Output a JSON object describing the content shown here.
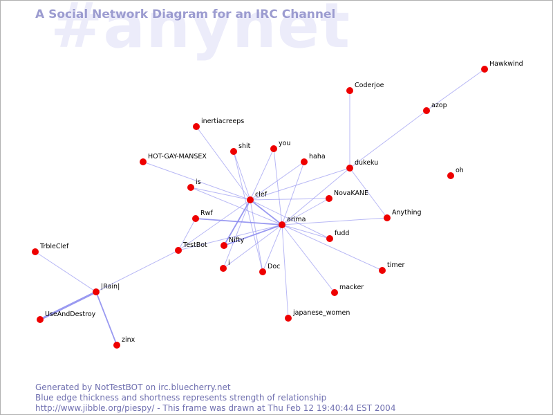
{
  "channel_watermark": "#anynet",
  "title": "A Social Network Diagram for an IRC Channel",
  "footer": {
    "line1": "Generated by NotTestBOT on irc.bluecherry.net",
    "line2": "Blue edge thickness and shortness represents strength of relationship",
    "line3": "http://www.jibble.org/piespy/ - This frame was drawn at Thu Feb 12 19:40:44 EST 2004"
  },
  "colors": {
    "node": "#ee0000",
    "edge": "#8888ee",
    "title": "#9c9cd0",
    "watermark": "#ececfa",
    "footer": "#7070b0"
  },
  "nodes": [
    {
      "id": "Hawkwind"
    },
    {
      "id": "Coderjoe"
    },
    {
      "id": "azop"
    },
    {
      "id": "inertiacreeps"
    },
    {
      "id": "you"
    },
    {
      "id": "shit"
    },
    {
      "id": "haha"
    },
    {
      "id": "HOT-GAY-MANSEX"
    },
    {
      "id": "dukeku"
    },
    {
      "id": "oh"
    },
    {
      "id": "is"
    },
    {
      "id": "clef"
    },
    {
      "id": "NovaKANE"
    },
    {
      "id": "Rwf"
    },
    {
      "id": "Anything"
    },
    {
      "id": "arima"
    },
    {
      "id": "fudd"
    },
    {
      "id": "Nifty"
    },
    {
      "id": "TestBot"
    },
    {
      "id": "TrbleClef"
    },
    {
      "id": "i"
    },
    {
      "id": "Doc"
    },
    {
      "id": "timer"
    },
    {
      "id": "|Rain|"
    },
    {
      "id": "macker"
    },
    {
      "id": "UseAndDestroy"
    },
    {
      "id": "japanese_women"
    },
    {
      "id": "zinx"
    }
  ],
  "edges": [
    {
      "source": "Hawkwind",
      "target": "azop",
      "weight": 1
    },
    {
      "source": "azop",
      "target": "dukeku",
      "weight": 1
    },
    {
      "source": "Coderjoe",
      "target": "dukeku",
      "weight": 1
    },
    {
      "source": "dukeku",
      "target": "clef",
      "weight": 1
    },
    {
      "source": "dukeku",
      "target": "arima",
      "weight": 1
    },
    {
      "source": "dukeku",
      "target": "Anything",
      "weight": 1
    },
    {
      "source": "inertiacreeps",
      "target": "clef",
      "weight": 1
    },
    {
      "source": "HOT-GAY-MANSEX",
      "target": "clef",
      "weight": 1
    },
    {
      "source": "shit",
      "target": "clef",
      "weight": 1
    },
    {
      "source": "shit",
      "target": "Doc",
      "weight": 1
    },
    {
      "source": "you",
      "target": "clef",
      "weight": 1
    },
    {
      "source": "you",
      "target": "arima",
      "weight": 1
    },
    {
      "source": "haha",
      "target": "clef",
      "weight": 1
    },
    {
      "source": "haha",
      "target": "arima",
      "weight": 1
    },
    {
      "source": "is",
      "target": "clef",
      "weight": 1
    },
    {
      "source": "is",
      "target": "arima",
      "weight": 1
    },
    {
      "source": "clef",
      "target": "NovaKANE",
      "weight": 1
    },
    {
      "source": "clef",
      "target": "arima",
      "weight": 2
    },
    {
      "source": "clef",
      "target": "fudd",
      "weight": 1
    },
    {
      "source": "clef",
      "target": "Nifty",
      "weight": 2
    },
    {
      "source": "clef",
      "target": "TestBot",
      "weight": 1
    },
    {
      "source": "clef",
      "target": "i",
      "weight": 1
    },
    {
      "source": "clef",
      "target": "Doc",
      "weight": 1
    },
    {
      "source": "Rwf",
      "target": "arima",
      "weight": 2
    },
    {
      "source": "Rwf",
      "target": "TestBot",
      "weight": 1
    },
    {
      "source": "NovaKANE",
      "target": "arima",
      "weight": 1
    },
    {
      "source": "Anything",
      "target": "arima",
      "weight": 1
    },
    {
      "source": "arima",
      "target": "fudd",
      "weight": 1
    },
    {
      "source": "arima",
      "target": "Nifty",
      "weight": 2
    },
    {
      "source": "arima",
      "target": "TestBot",
      "weight": 1
    },
    {
      "source": "arima",
      "target": "i",
      "weight": 1
    },
    {
      "source": "arima",
      "target": "Doc",
      "weight": 1
    },
    {
      "source": "arima",
      "target": "timer",
      "weight": 1
    },
    {
      "source": "arima",
      "target": "macker",
      "weight": 1
    },
    {
      "source": "arima",
      "target": "japanese_women",
      "weight": 1
    },
    {
      "source": "TestBot",
      "target": "|Rain|",
      "weight": 1
    },
    {
      "source": "TrbleClef",
      "target": "|Rain|",
      "weight": 1
    },
    {
      "source": "|Rain|",
      "target": "UseAndDestroy",
      "weight": 3
    },
    {
      "source": "|Rain|",
      "target": "zinx",
      "weight": 2
    }
  ]
}
